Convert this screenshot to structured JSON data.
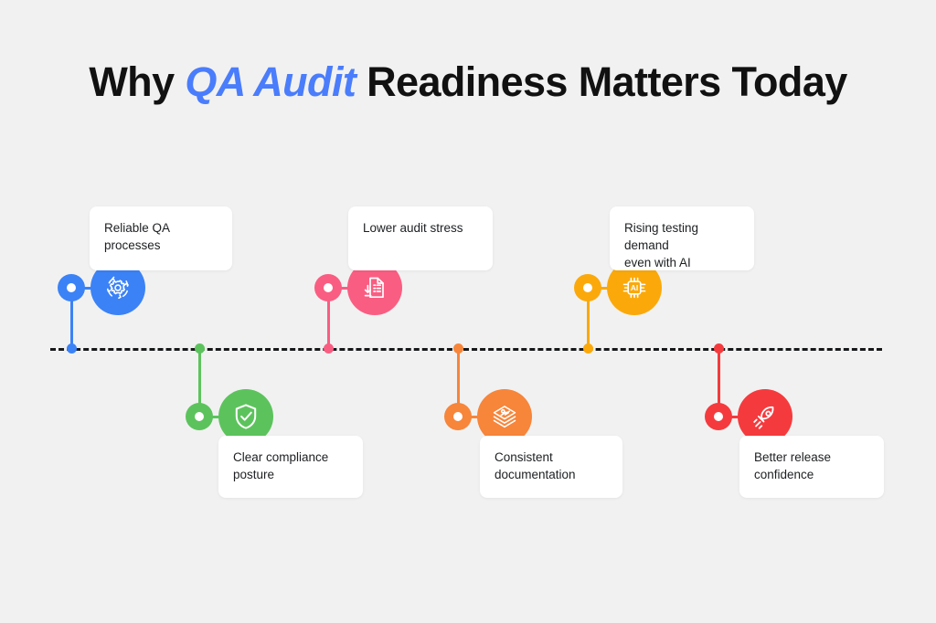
{
  "page": {
    "background_color": "#f1f1f1",
    "title_prefix": "Why ",
    "title_accent": "QA Audit",
    "title_suffix": " Readiness Matters Today",
    "title_accent_color": "#4a7dfc",
    "title_color": "#111111"
  },
  "timeline": {
    "style": "dashed",
    "color": "#17181a",
    "orientation": "horizontal"
  },
  "milestones": [
    {
      "id": "reliable-qa-processes",
      "label": "Reliable QA processes",
      "side": "above",
      "color": "#3b82f6",
      "icon": "gear-orbit-icon"
    },
    {
      "id": "clear-compliance-posture",
      "label": "Clear compliance\nposture",
      "side": "below",
      "color": "#5cc35c",
      "icon": "shield-check-icon"
    },
    {
      "id": "lower-audit-stress",
      "label": "Lower audit stress",
      "side": "above",
      "color": "#fa5d82",
      "icon": "document-download-icon"
    },
    {
      "id": "consistent-documentation",
      "label": "Consistent\ndocumentation",
      "side": "below",
      "color": "#f7853a",
      "icon": "document-stack-icon"
    },
    {
      "id": "rising-testing-demand",
      "label": "Rising testing demand\neven with AI",
      "side": "above",
      "color": "#fba90a",
      "icon": "ai-chip-icon"
    },
    {
      "id": "better-release-confidence",
      "label": "Better release\nconfidence",
      "side": "below",
      "color": "#f53a3d",
      "icon": "rocket-icon"
    }
  ]
}
